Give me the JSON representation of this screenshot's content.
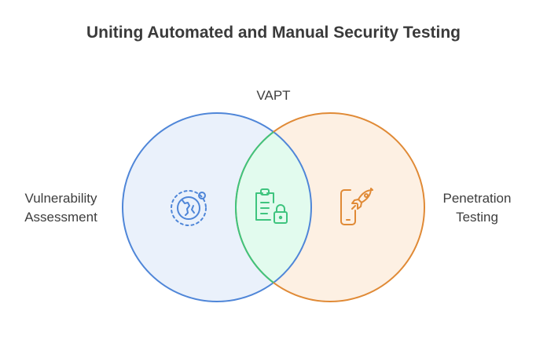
{
  "title": "Uniting Automated and Manual Security Testing",
  "intersection": {
    "label": "VAPT",
    "icon": "clipboard-lock-icon",
    "color": "#3ec47e"
  },
  "left_set": {
    "label_line1": "Vulnerability",
    "label_line2": "Assessment",
    "icon": "globe-icon",
    "color": "#4f86d8"
  },
  "right_set": {
    "label_line1": "Penetration",
    "label_line2": "Testing",
    "icon": "phone-rocket-icon",
    "color": "#e08a36"
  }
}
